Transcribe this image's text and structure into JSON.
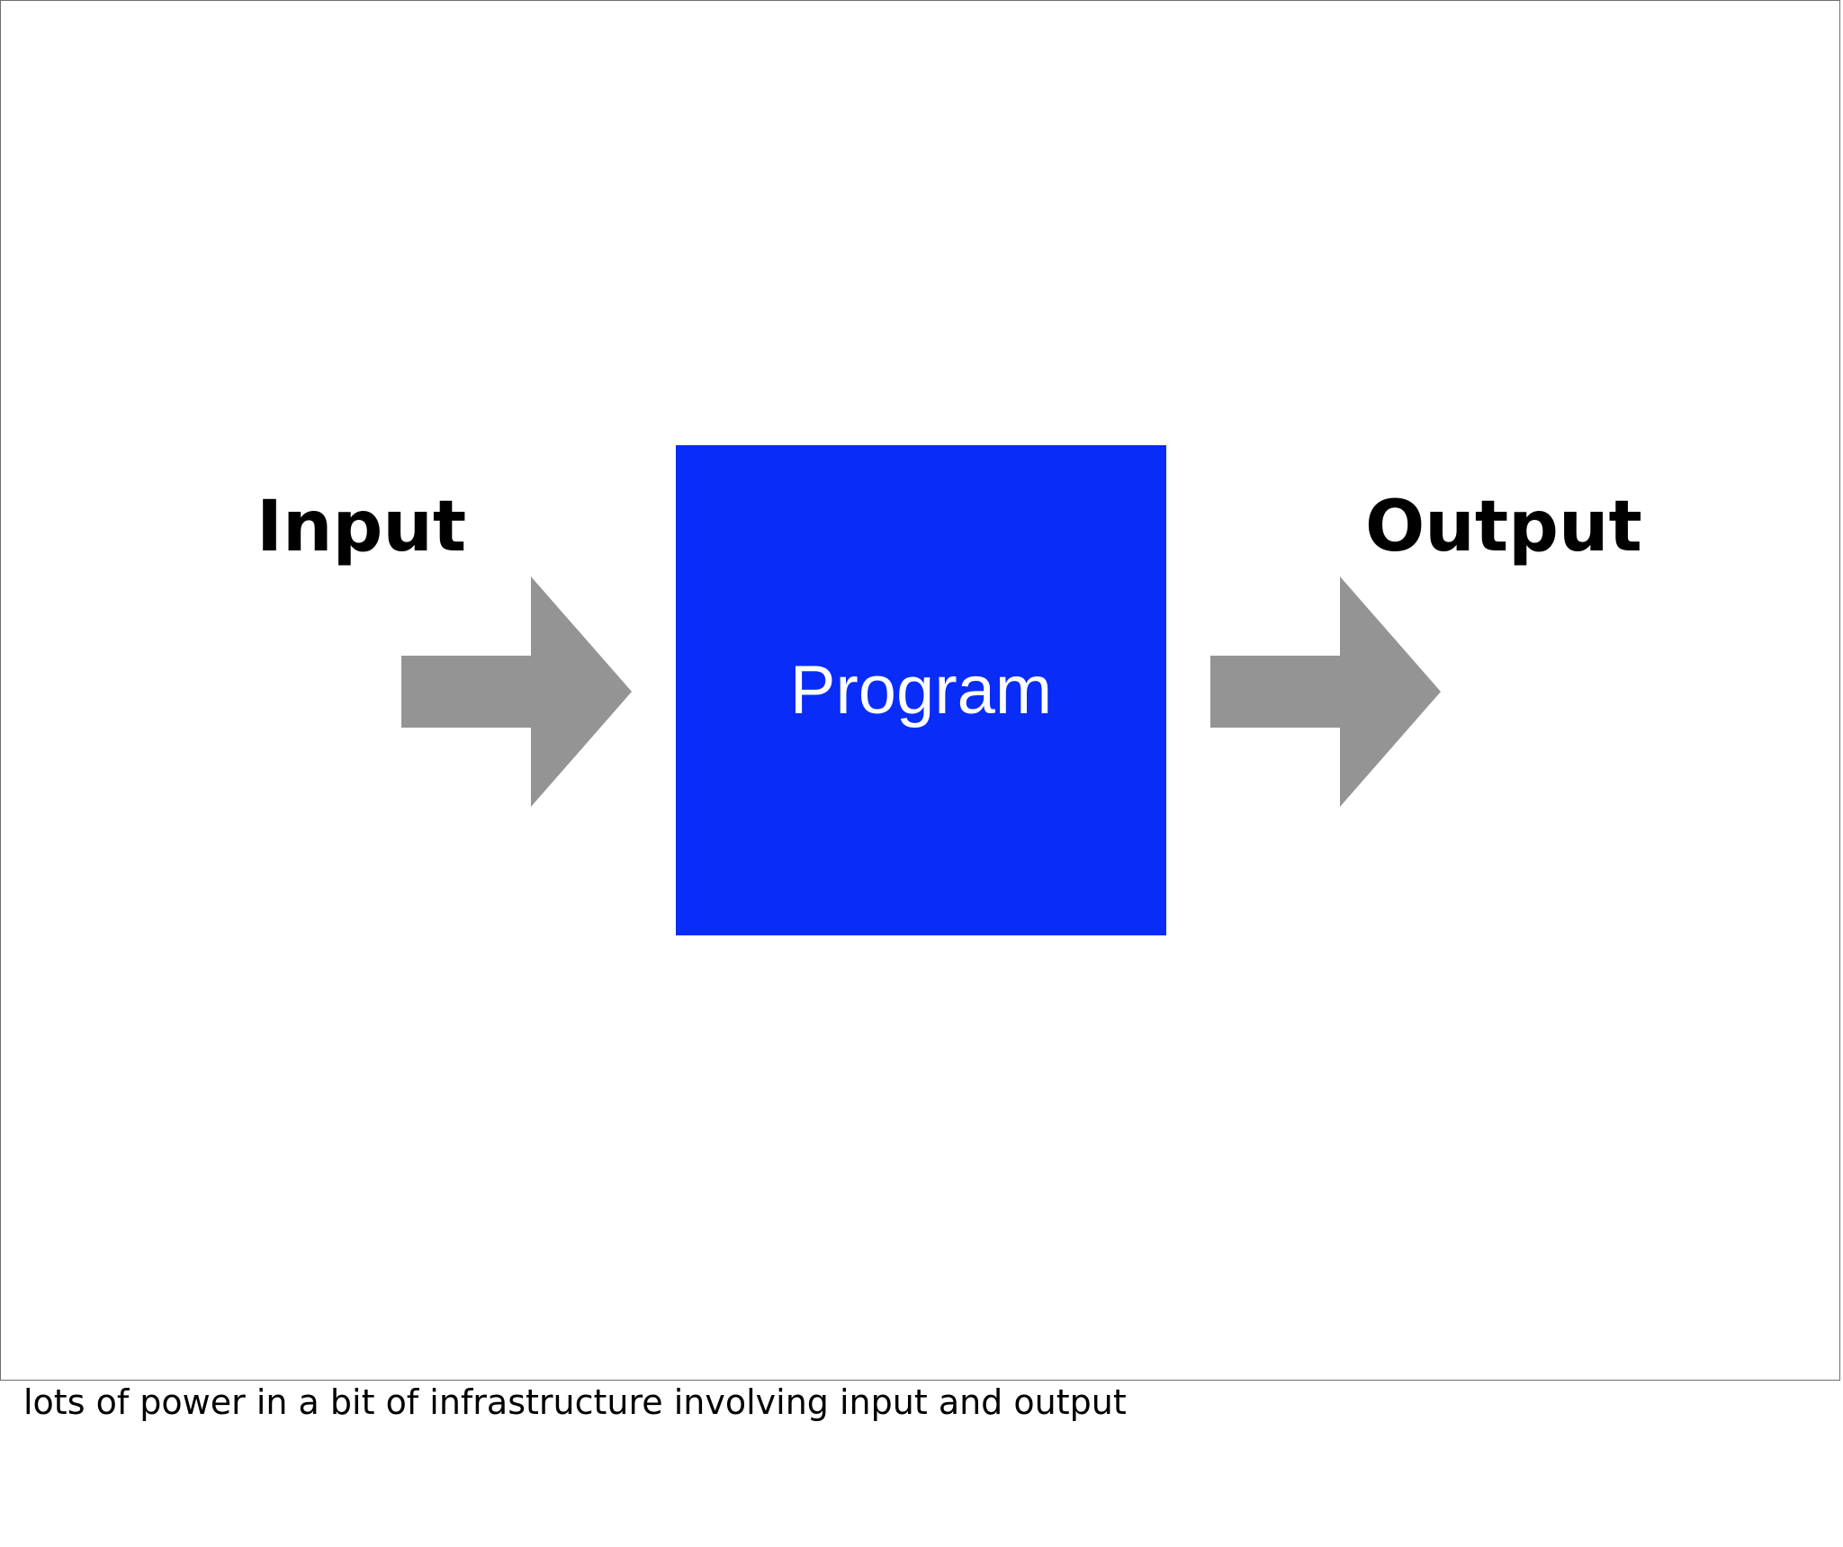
{
  "slide": {
    "input_label": "Input",
    "program_label": "Program",
    "output_label": "Output"
  },
  "caption": "lots of power in a bit of infrastructure involving input and output",
  "colors": {
    "program_box": "#0a2cf8",
    "arrow": "#949494",
    "text": "#000000",
    "program_text": "#ffffff",
    "slide_border": "#6e6e6e"
  },
  "icons": {
    "input_arrow": "right-arrow-icon",
    "output_arrow": "right-arrow-icon"
  }
}
